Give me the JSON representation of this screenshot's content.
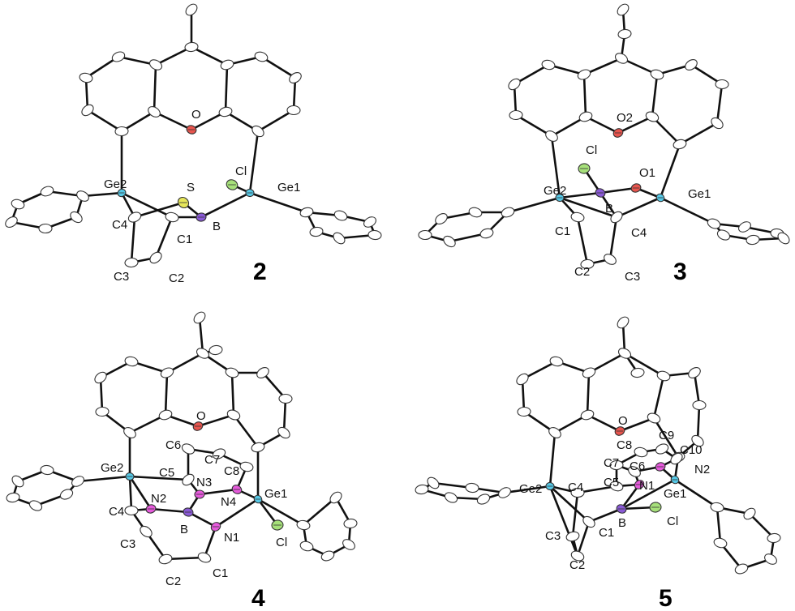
{
  "colors": {
    "carbon": "#ffffff",
    "oxygen": "#e8554e",
    "germanium": "#55c8e6",
    "boron": "#8a5ad6",
    "chlorine": "#a6e07a",
    "sulfur": "#e6e65a",
    "nitrogen": "#e65adc",
    "bond": "#111111"
  },
  "panels": [
    {
      "id": "2",
      "compound_number": "2",
      "labels": [
        "O",
        "Cl",
        "Ge1",
        "Ge2",
        "S",
        "B",
        "C4",
        "C1",
        "C3",
        "C2"
      ]
    },
    {
      "id": "3",
      "compound_number": "3",
      "labels": [
        "O2",
        "Cl",
        "O1",
        "Ge2",
        "Ge1",
        "B",
        "C1",
        "C4",
        "C2",
        "C3"
      ]
    },
    {
      "id": "4",
      "compound_number": "4",
      "labels": [
        "O",
        "C6",
        "C7",
        "C8",
        "Ge2",
        "C5",
        "N3",
        "N2",
        "N4",
        "Ge1",
        "C4",
        "B",
        "N1",
        "C3",
        "Cl",
        "C2",
        "C1"
      ]
    },
    {
      "id": "5",
      "compound_number": "5",
      "labels": [
        "O",
        "C9",
        "C8",
        "C10",
        "C7",
        "C6",
        "N2",
        "C5",
        "N1",
        "Ge2",
        "C4",
        "Ge1",
        "B",
        "Cl",
        "C1",
        "C3",
        "C2"
      ]
    }
  ]
}
